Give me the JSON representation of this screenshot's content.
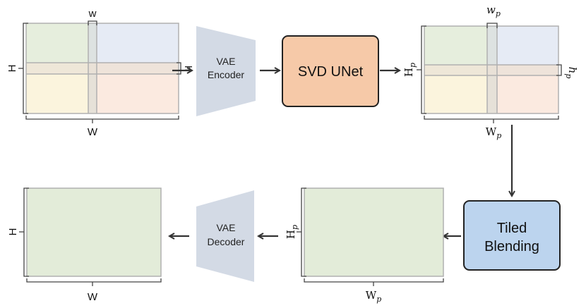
{
  "colors": {
    "tile_green": "#e3ecd9",
    "tile_blue": "#e3e9f4",
    "tile_yellow": "#fbf3d9",
    "tile_peach": "#fbe8dd",
    "vae_trapezoid": "#d3dae5",
    "unet_fill": "#f6c9a8",
    "blend_fill": "#bcd4ee",
    "arrow": "#333333"
  },
  "labels": {
    "in_w_small": "w",
    "in_h_small": "h",
    "in_H": "H",
    "in_W": "W",
    "lat_w_small": "w",
    "lat_h_small": "h",
    "lat_H": "H",
    "lat_W": "W",
    "subscript_p": "p",
    "blend_H": "H",
    "blend_W": "W",
    "out_H": "H",
    "out_W": "W"
  },
  "blocks": {
    "vae_encoder_l1": "VAE",
    "vae_encoder_l2": "Encoder",
    "svd_unet": "SVD UNet",
    "tiled_blending_l1": "Tiled",
    "tiled_blending_l2": "Blending",
    "vae_decoder_l1": "VAE",
    "vae_decoder_l2": "Decoder"
  }
}
